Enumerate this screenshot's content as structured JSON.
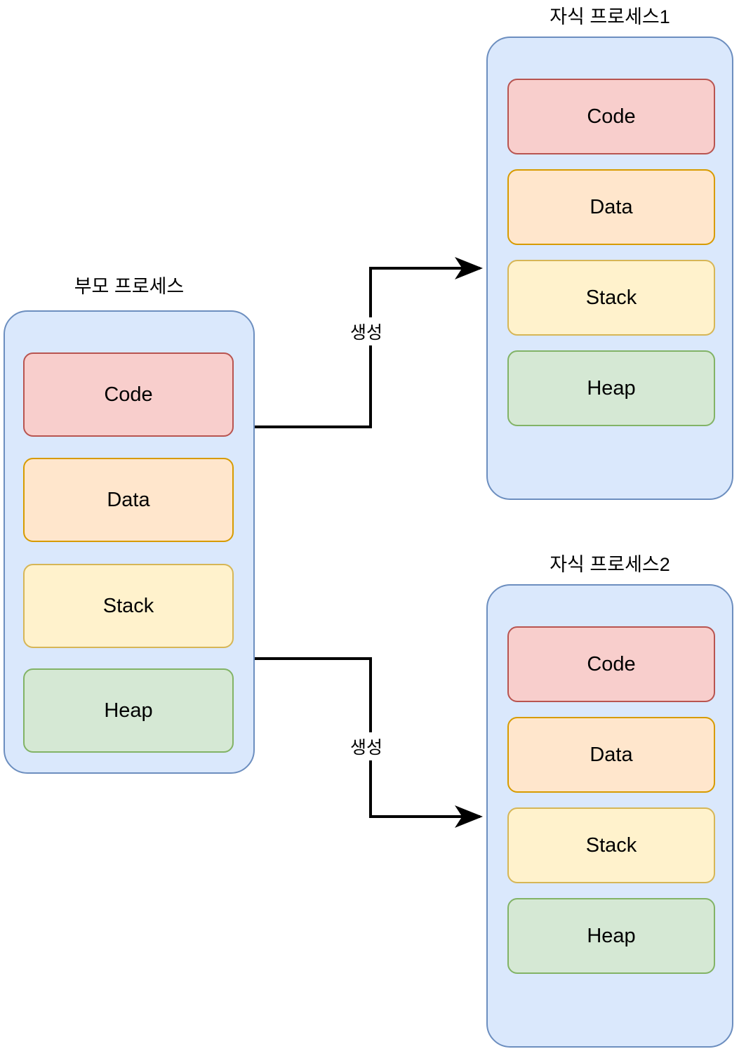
{
  "diagram": {
    "title_parent": "부모 프로세스",
    "title_child1": "자식 프로세스1",
    "title_child2": "자식 프로세스2",
    "edge_label_1": "생성",
    "edge_label_2": "생성",
    "segments": {
      "code": "Code",
      "data": "Data",
      "stack": "Stack",
      "heap": "Heap"
    },
    "colors": {
      "process_fill": "#dae8fc",
      "process_border": "#6c8ebf",
      "code_fill": "#f8cecc",
      "code_border": "#b85450",
      "data_fill": "#ffe6cc",
      "data_border": "#d79b00",
      "stack_fill": "#fff2cc",
      "stack_border": "#d6b656",
      "heap_fill": "#d5e8d4",
      "heap_border": "#82b366",
      "arrow": "#000000",
      "background": "#ffffff"
    }
  }
}
